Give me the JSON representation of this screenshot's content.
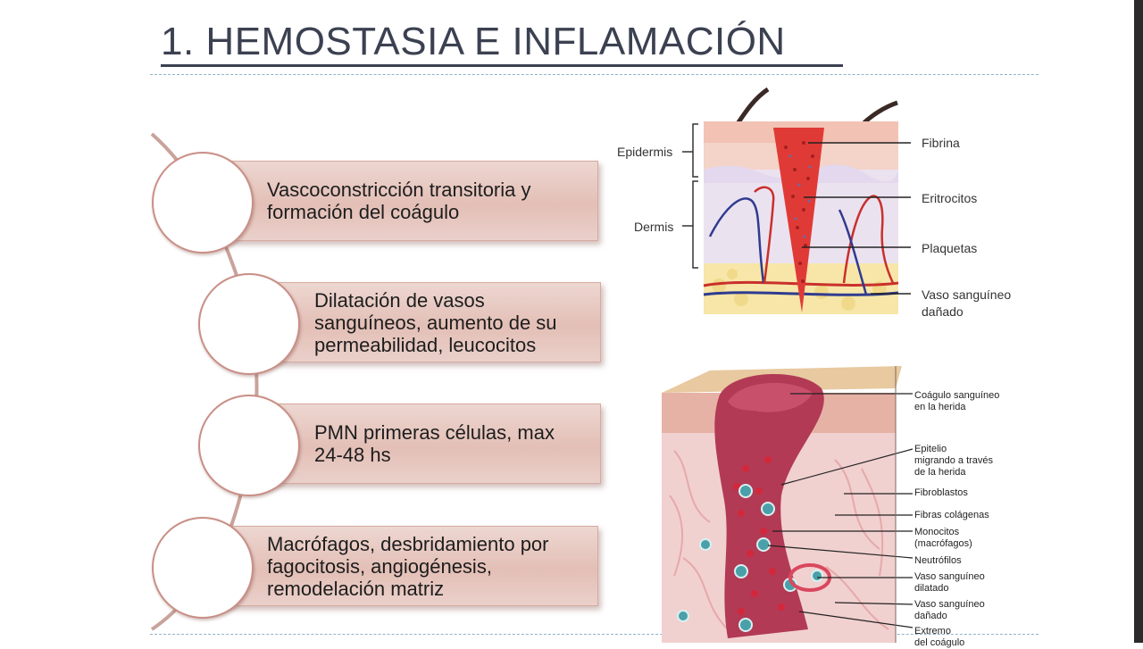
{
  "title": "1. HEMOSTASIA E INFLAMACIÓN",
  "steps": [
    {
      "lines": [
        "Vascoconstricción transitoria y",
        "formación del coágulo"
      ]
    },
    {
      "lines": [
        "Dilatación de vasos",
        "sanguíneos, aumento de su",
        "permeabilidad, leucocitos"
      ]
    },
    {
      "lines": [
        "PMN  primeras células, max",
        "24-48 hs"
      ]
    },
    {
      "lines": [
        "Macrófagos, desbridamiento por",
        "fagocitosis, angiogénesis,",
        "remodelación matriz"
      ]
    }
  ],
  "diagram_skin": {
    "left_labels": {
      "epidermis": "Epidermis",
      "dermis": "Dermis"
    },
    "right_labels": {
      "fibrina": "Fibrina",
      "eritrocitos": "Eritrocitos",
      "plaquetas": "Plaquetas",
      "vaso_1": "Vaso sanguíneo",
      "vaso_2": "dañado"
    }
  },
  "diagram_wound": {
    "labels": [
      [
        "Coágulo sanguíneo",
        "en la herida"
      ],
      [
        "Epitelio",
        "migrando a través",
        "de la herida"
      ],
      [
        "Fibroblastos"
      ],
      [
        "Fibras colágenas"
      ],
      [
        "Monocitos",
        "(macrófagos)"
      ],
      [
        "Neutrófilos"
      ],
      [
        "Vaso sanguíneo",
        "dilatado"
      ],
      [
        "Vaso sanguíneo",
        "dañado"
      ],
      [
        "Extremo",
        "del coágulo"
      ]
    ]
  },
  "colors": {
    "title": "#3b4151",
    "box_fill": "#e3bfb6",
    "circle_border": "#c98f86",
    "connector": "#c9a39b",
    "divider": "#8fb2c8"
  }
}
